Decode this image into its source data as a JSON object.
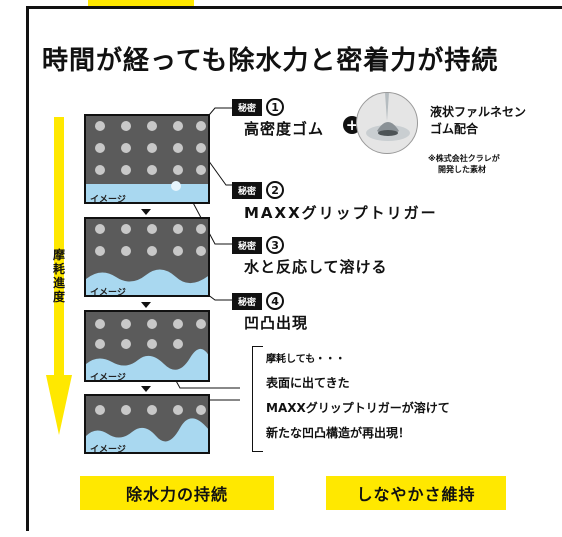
{
  "title": "時間が経っても除水力と密着力が持続",
  "vertical_label": "摩耗進度",
  "image_label": "イメージ",
  "secrets": [
    {
      "tag": "秘密",
      "num": "1",
      "title": "高密度ゴム"
    },
    {
      "tag": "秘密",
      "num": "2",
      "title": "MAXXグリップトリガー"
    },
    {
      "tag": "秘密",
      "num": "3",
      "title": "水と反応して溶ける"
    },
    {
      "tag": "秘密",
      "num": "4",
      "title": "凹凸出現"
    }
  ],
  "plus_symbol": "+",
  "liquid": {
    "line1": "液状ファルネセン",
    "line2": "ゴム配合"
  },
  "note": {
    "line1": "※株式会社クラレが",
    "line2": "開発した素材"
  },
  "description": {
    "line1": "摩耗しても・・・",
    "line2": "表面に出てきた",
    "line3": "MAXXグリップトリガーが溶けて",
    "line4": "新たな凹凸構造が再出現！"
  },
  "buttons": {
    "left": "除水力の持続",
    "right": "しなやかさ維持"
  },
  "colors": {
    "accent": "#ffe800",
    "panel": "#5b5b5b",
    "water": "#a9d8f0"
  }
}
